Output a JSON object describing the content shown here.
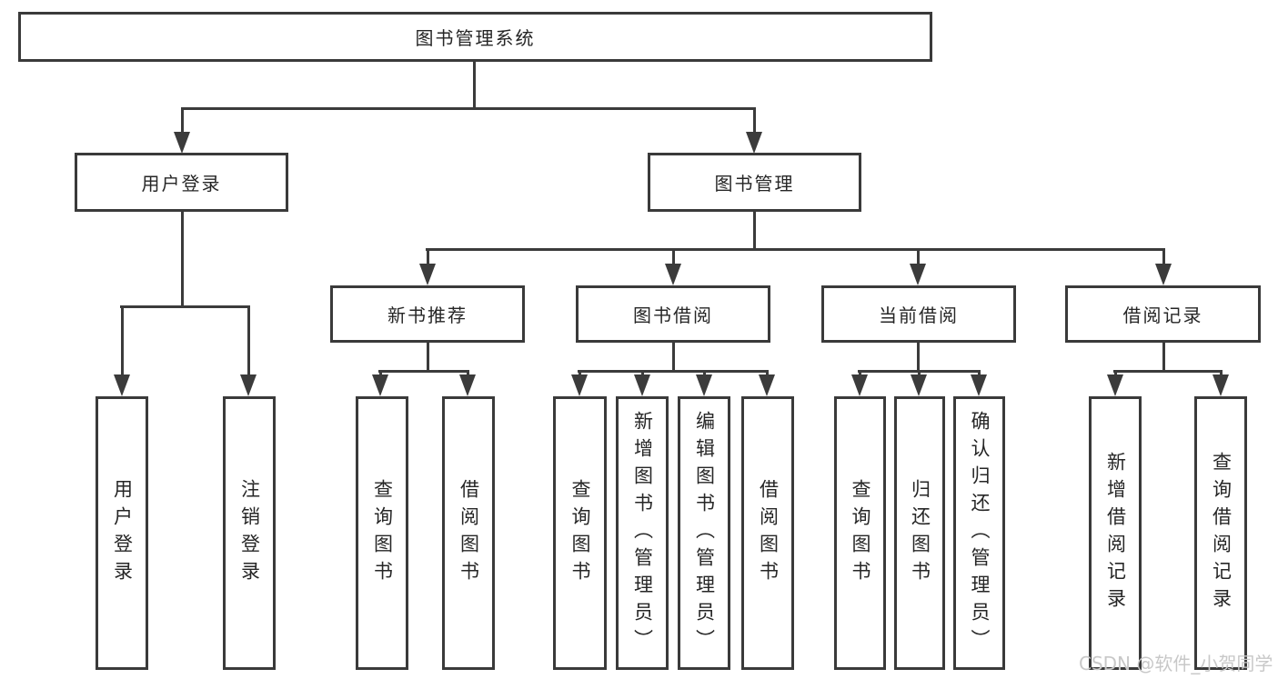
{
  "diagram": {
    "type": "hierarchy-tree",
    "root": {
      "label": "图书管理系统"
    },
    "level2": [
      {
        "label": "用户登录",
        "parent": "图书管理系统"
      },
      {
        "label": "图书管理",
        "parent": "图书管理系统"
      }
    ],
    "level3": [
      {
        "label": "新书推荐",
        "parent": "图书管理"
      },
      {
        "label": "图书借阅",
        "parent": "图书管理"
      },
      {
        "label": "当前借阅",
        "parent": "图书管理"
      },
      {
        "label": "借阅记录",
        "parent": "图书管理"
      }
    ],
    "leaves": [
      {
        "label": "用户登录",
        "parent": "用户登录"
      },
      {
        "label": "注销登录",
        "parent": "用户登录"
      },
      {
        "label": "查询图书",
        "parent": "新书推荐"
      },
      {
        "label": "借阅图书",
        "parent": "新书推荐"
      },
      {
        "label": "查询图书",
        "parent": "图书借阅"
      },
      {
        "label": "新增图书（管理员）",
        "parent": "图书借阅"
      },
      {
        "label": "编辑图书（管理员）",
        "parent": "图书借阅"
      },
      {
        "label": "借阅图书",
        "parent": "图书借阅"
      },
      {
        "label": "查询图书",
        "parent": "当前借阅"
      },
      {
        "label": "归还图书",
        "parent": "当前借阅"
      },
      {
        "label": "确认归还（管理员）",
        "parent": "当前借阅"
      },
      {
        "label": "新增借阅记录",
        "parent": "借阅记录"
      },
      {
        "label": "查询借阅记录",
        "parent": "借阅记录"
      }
    ],
    "watermark": "CSDN @软件_小贺同学"
  },
  "colors": {
    "line": "#3b3b3b",
    "box_border": "#3a3a3a",
    "text": "#262626",
    "background": "#ffffff",
    "watermark": "#c8c8c8"
  }
}
